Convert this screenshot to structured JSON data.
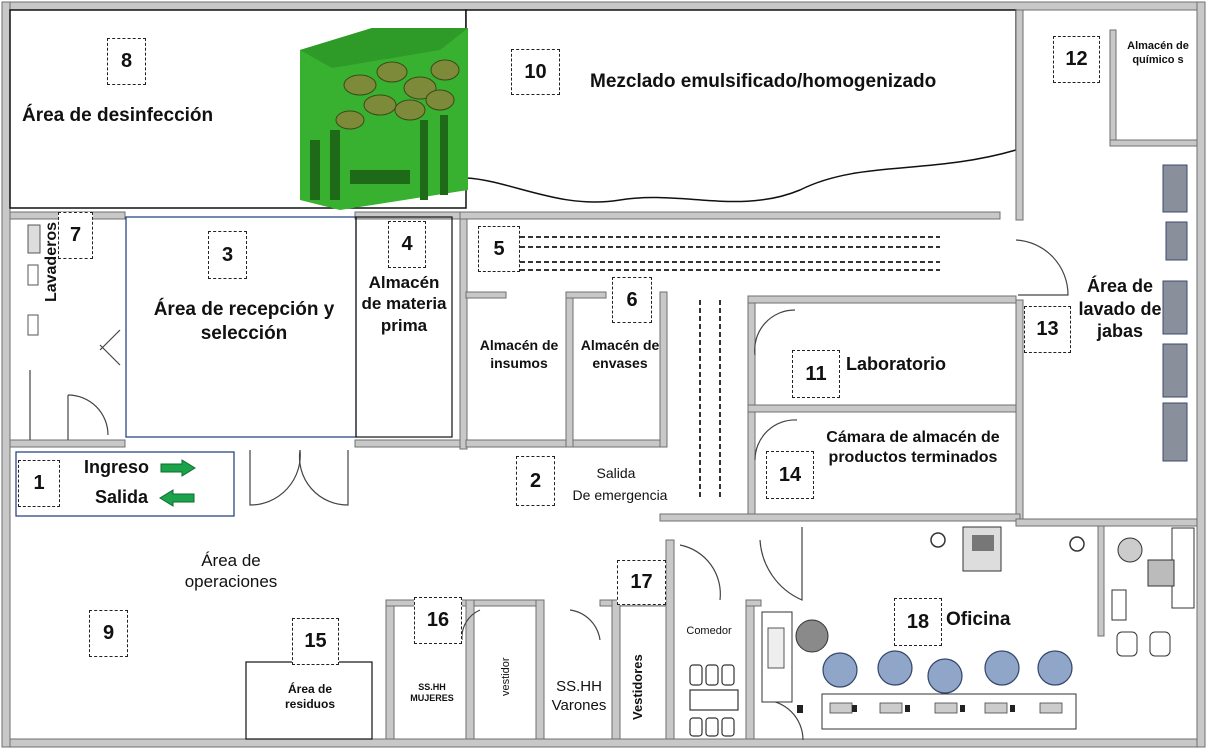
{
  "areas": {
    "n1": "1",
    "n2": "2",
    "n3": "3",
    "n4": "4",
    "n5": "5",
    "n6": "6",
    "n7": "7",
    "n8": "8",
    "n9": "9",
    "n10": "10",
    "n11": "11",
    "n12": "12",
    "n13": "13",
    "n14": "14",
    "n15": "15",
    "n16": "16",
    "n17": "17",
    "n18": "18"
  },
  "labels": {
    "desinfeccion": "Área de desinfección",
    "mezclado": "Mezclado emulsificado/homogenizado",
    "almacen_quimicos": "Almacén de químico s",
    "lavaderos": "Lavaderos",
    "recepcion": "Área de recepción y selección",
    "almacen_materia": "Almacén de materia prima",
    "almacen_insumos": "Almacén de insumos",
    "almacen_envases": "Almacén de envases",
    "laboratorio": "Laboratorio",
    "lavado_jabas": "Área de lavado de jabas",
    "camara": "Cámara de almacén de productos terminados",
    "ingreso": "Ingreso",
    "salida": "Salida",
    "salida_emergencia_1": "Salida",
    "salida_emergencia_2": "De emergencia",
    "operaciones": "Área de operaciones",
    "residuos": "Área de residuos",
    "sshh_mujeres": "SS.HH MUJERES",
    "vestidor": "vestidor",
    "sshh_varones": "SS.HH Varones",
    "vestidores": "Vestidores",
    "comedor": "Comedor",
    "oficina": "Oficina"
  },
  "colors": {
    "arrow": "#1aa34a",
    "wall": "#c8c8c8",
    "wall_edge": "#6f6f6f",
    "rack": "#8a8f9c",
    "circle_blue": "#8fa6c8",
    "crate": "#35b52e"
  }
}
